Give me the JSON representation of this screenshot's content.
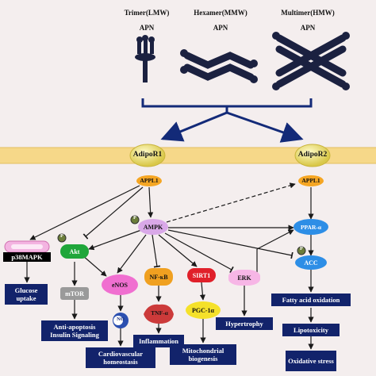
{
  "oligomers": {
    "trimer": {
      "title": "Trimer(LMW)",
      "label": "APN"
    },
    "hexamer": {
      "title": "Hexamer(MMW)",
      "label": "APN"
    },
    "multimer": {
      "title": "Multimer(HMW)",
      "label": "APN"
    }
  },
  "receptors": {
    "r1": "AdipoR1",
    "r2": "AdipoR2"
  },
  "adaptors": {
    "appl1_left": "APPL1",
    "appl1_right": "APPL1"
  },
  "nodes": {
    "ampk": "AMPK",
    "p38mapk": "p38MAPK",
    "akt": "Akt",
    "mtor": "mTOR",
    "enos": "eNOS",
    "nfkb": "NF-κB",
    "tnfa": "TNF-α",
    "sirt1": "SIRT1",
    "pgc1a": "PGC-1α",
    "erk": "ERK",
    "ppara": "PPAR-α",
    "acc": "ACC",
    "no": "NO",
    "p": "P"
  },
  "outcomes": {
    "glucose": "Glucose uptake",
    "antiapoptosis": "Anti-apoptosis Insulin Signaling",
    "cardio": "Cardiovascular homeostasis",
    "inflammation": "Inflammation",
    "mito": "Mitochondrial biogenesis",
    "hypertrophy": "Hypertrophy",
    "fatty": "Fatty acid oxidation",
    "lipotox": "Lipotoxicity",
    "oxstress": "Oxidative stress"
  },
  "colors": {
    "box": "#12236b",
    "arrow": "#1a1a1a",
    "membrane": "#f6d889",
    "receptor": "#e8e070",
    "appl1": "#f5a623"
  }
}
